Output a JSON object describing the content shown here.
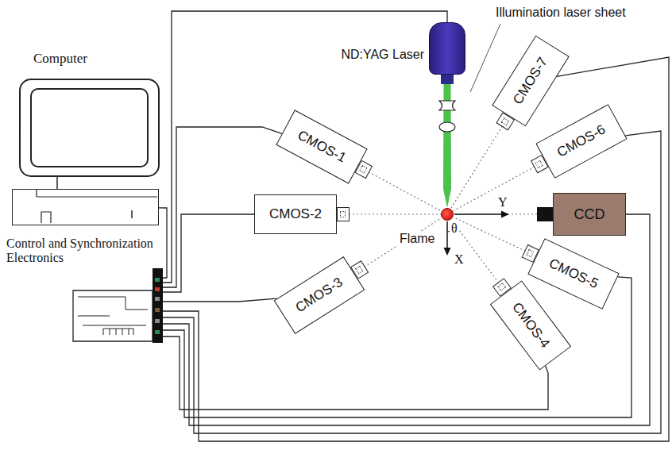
{
  "diagram": {
    "nodes": [
      {
        "text": [
          "Computer"
        ]
      },
      {
        "text": [
          "Control and Synchronization Electronics"
        ]
      },
      {
        "text": [
          "ND:YAG Laser"
        ]
      },
      {
        "text": [
          "CMOS-1"
        ]
      },
      {
        "text": [
          "CMOS-2"
        ]
      },
      {
        "text": [
          "CMOS-3"
        ]
      },
      {
        "text": [
          "CMOS-4"
        ]
      },
      {
        "text": [
          "CMOS-5"
        ]
      },
      {
        "text": [
          "CCD"
        ]
      },
      {
        "text": [
          "CMOS-6"
        ]
      },
      {
        "text": [
          "CMOS-7"
        ]
      },
      {
        "text": [
          "Flame"
        ]
      }
    ],
    "edges": [
      {
        "from": 1,
        "to": 0,
        "arrow": "none"
      },
      {
        "from": 1,
        "to": 2,
        "arrow": "none"
      },
      {
        "from": 1,
        "to": 3,
        "arrow": "none"
      },
      {
        "from": 1,
        "to": 4,
        "arrow": "none"
      },
      {
        "from": 1,
        "to": 5,
        "arrow": "none"
      },
      {
        "from": 1,
        "to": 6,
        "arrow": "none"
      },
      {
        "from": 1,
        "to": 7,
        "arrow": "none"
      },
      {
        "from": 1,
        "to": 8,
        "arrow": "none"
      },
      {
        "from": 1,
        "to": 9,
        "arrow": "none"
      },
      {
        "from": 1,
        "to": 10,
        "arrow": "none"
      },
      {
        "from": 3,
        "to": 11,
        "arrow": "none"
      },
      {
        "from": 4,
        "to": 11,
        "arrow": "none"
      },
      {
        "from": 5,
        "to": 11,
        "arrow": "none"
      },
      {
        "from": 6,
        "to": 11,
        "arrow": "none"
      },
      {
        "from": 7,
        "to": 11,
        "arrow": "none"
      },
      {
        "from": 8,
        "to": 11,
        "arrow": "none"
      },
      {
        "from": 9,
        "to": 11,
        "arrow": "none"
      },
      {
        "from": 10,
        "to": 11,
        "arrow": "none"
      }
    ],
    "labels": [
      "Illumination laser sheet",
      "Y",
      "θ",
      "X"
    ]
  }
}
